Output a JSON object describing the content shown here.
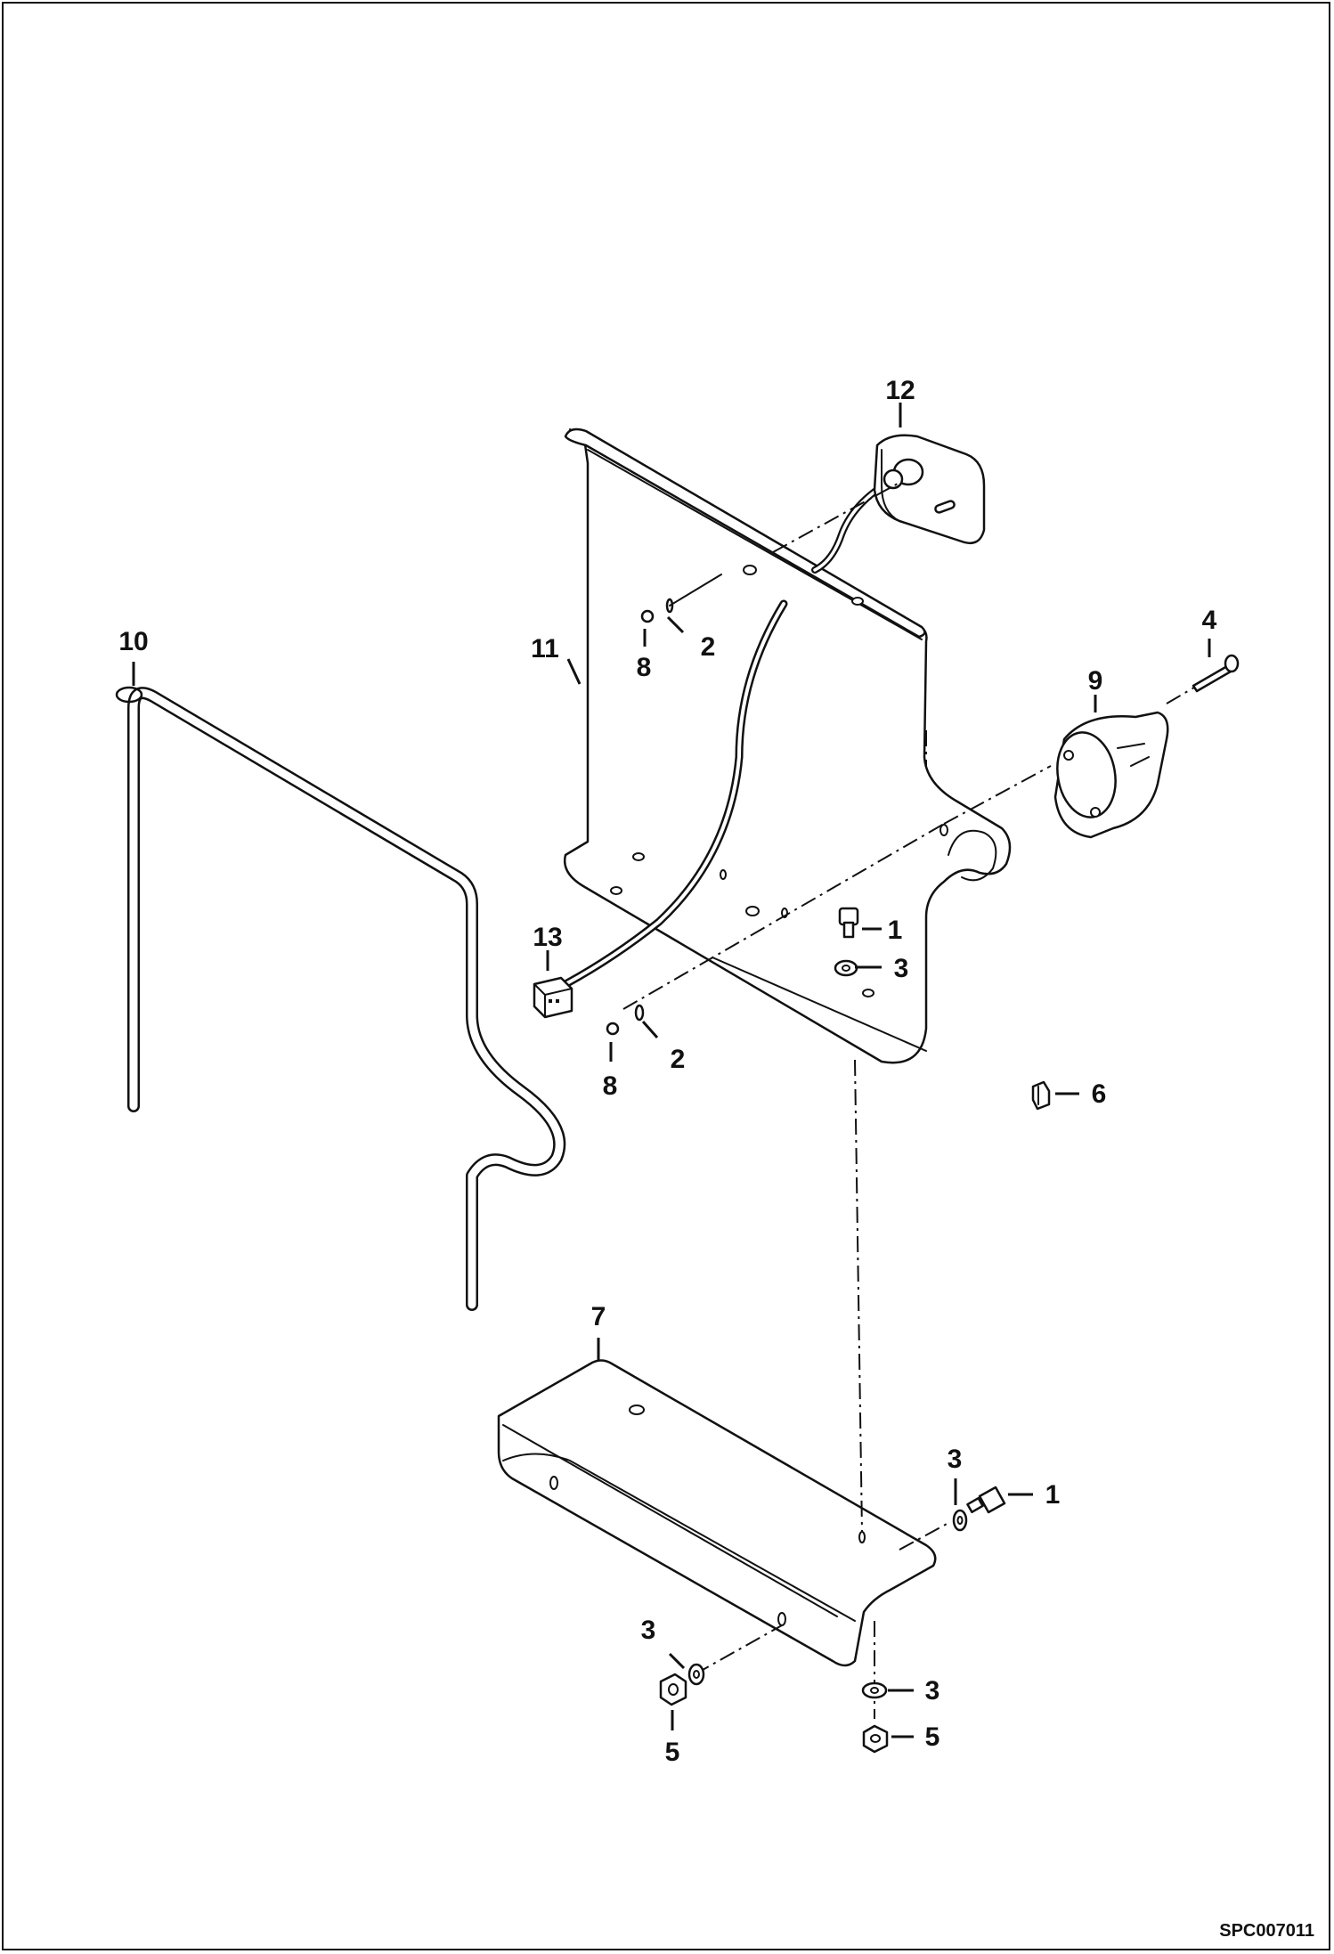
{
  "drawing_code": "SPC007011",
  "callouts": {
    "c1a": "1",
    "c1b": "1",
    "c2a": "2",
    "c2b": "2",
    "c3a": "3",
    "c3b": "3",
    "c3c": "3",
    "c3d": "3",
    "c4": "4",
    "c5a": "5",
    "c5b": "5",
    "c6": "6",
    "c7": "7",
    "c8a": "8",
    "c8b": "8",
    "c9": "9",
    "c10": "10",
    "c11": "11",
    "c12": "12",
    "c13": "13"
  }
}
